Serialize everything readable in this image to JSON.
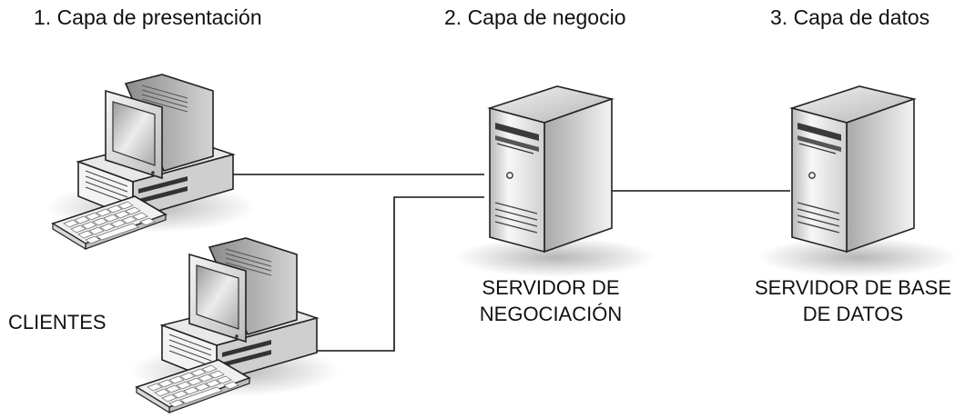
{
  "layers": [
    {
      "title": "1. Capa de presentación"
    },
    {
      "title": "2. Capa de negocio"
    },
    {
      "title": "3. Capa de datos"
    }
  ],
  "nodes": {
    "clients": {
      "label": "CLIENTES",
      "icon": "desktop-computer-icon",
      "count": 2
    },
    "business_server": {
      "line1": "SERVIDOR DE",
      "line2": "NEGOCIACIÓN",
      "icon": "tower-server-icon"
    },
    "db_server": {
      "line1": "SERVIDOR DE BASE",
      "line2": "DE DATOS",
      "icon": "tower-server-icon"
    }
  },
  "connections": [
    {
      "from": "client-1",
      "to": "business_server"
    },
    {
      "from": "client-2",
      "to": "business_server"
    },
    {
      "from": "business_server",
      "to": "db_server"
    }
  ]
}
